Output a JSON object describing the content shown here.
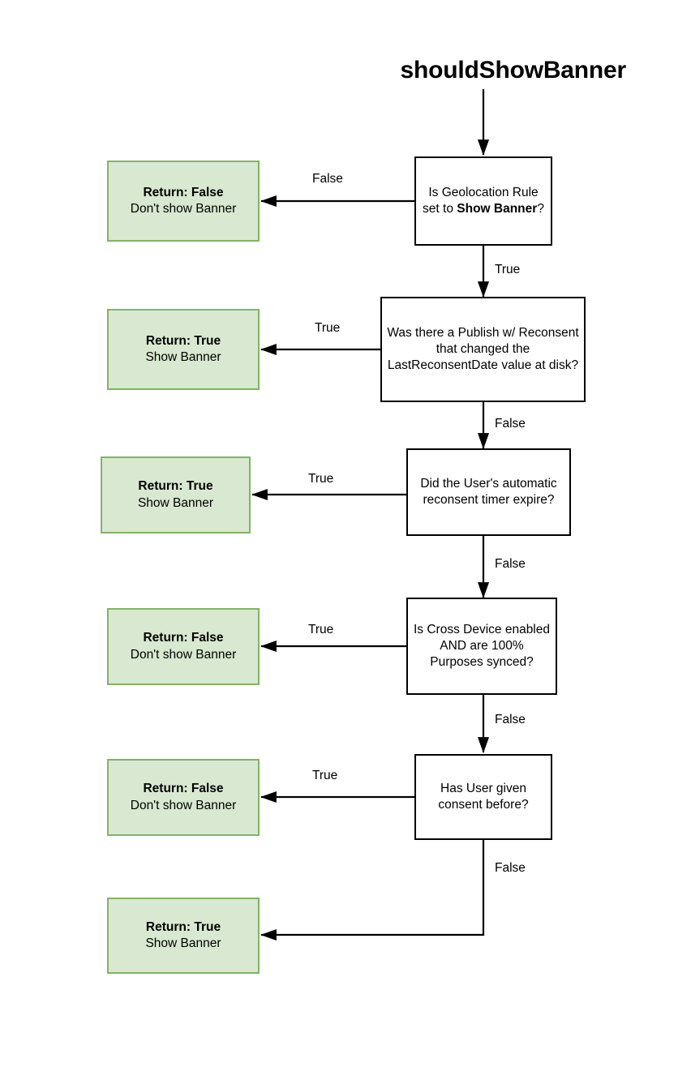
{
  "diagram": {
    "title": "shouldShowBanner",
    "type": "flowchart",
    "colors": {
      "terminal_fill": "#d9e8d0",
      "terminal_border": "#82b366",
      "decision_fill": "#ffffff",
      "decision_border": "#000000",
      "edge": "#000000",
      "background": "#ffffff"
    },
    "decisions": [
      {
        "id": "geolocation-rule",
        "text_parts": [
          "Is Geolocation Rule set to ",
          "Show Banner",
          "?"
        ],
        "text": "Is Geolocation Rule set to Show Banner?"
      },
      {
        "id": "publish-reconsent",
        "text": "Was there a Publish w/ Reconsent that changed the LastReconsentDate value at disk?"
      },
      {
        "id": "reconsent-timer",
        "text": "Did the User's automatic reconsent timer expire?"
      },
      {
        "id": "cross-device",
        "text": "Is Cross Device enabled AND are 100% Purposes synced?"
      },
      {
        "id": "prior-consent",
        "text": "Has User given consent before?"
      }
    ],
    "terminals": [
      {
        "id": "return-false-1",
        "head": "Return: False",
        "sub": "Don't show Banner"
      },
      {
        "id": "return-true-1",
        "head": "Return: True",
        "sub": "Show Banner"
      },
      {
        "id": "return-true-2",
        "head": "Return: True",
        "sub": "Show Banner"
      },
      {
        "id": "return-false-2",
        "head": "Return: False",
        "sub": "Don't show Banner"
      },
      {
        "id": "return-false-3",
        "head": "Return: False",
        "sub": "Don't show Banner"
      },
      {
        "id": "return-true-3",
        "head": "Return: True",
        "sub": "Show Banner"
      }
    ],
    "edge_labels": {
      "geo_false": "False",
      "geo_true": "True",
      "publish_true": "True",
      "publish_false": "False",
      "timer_true": "True",
      "timer_false": "False",
      "crossdevice_true": "True",
      "crossdevice_false": "False",
      "consent_true": "True",
      "consent_false": "False"
    }
  }
}
